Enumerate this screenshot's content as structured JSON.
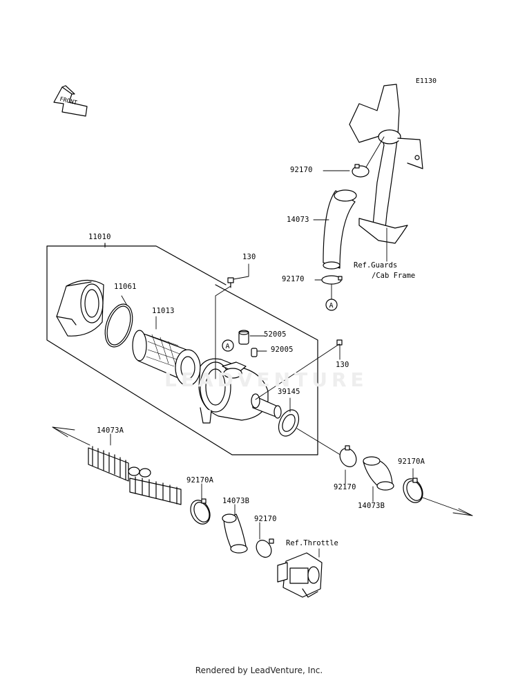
{
  "diagram": {
    "code": "E1130",
    "front_label": "FRONT",
    "watermark": "LEADVENTURE",
    "callout": "A",
    "parts": [
      {
        "id": "p11010",
        "number": "11010"
      },
      {
        "id": "p11061",
        "number": "11061"
      },
      {
        "id": "p11013",
        "number": "11013"
      },
      {
        "id": "p130a",
        "number": "130"
      },
      {
        "id": "p130b",
        "number": "130"
      },
      {
        "id": "p52005",
        "number": "52005"
      },
      {
        "id": "p92005",
        "number": "92005"
      },
      {
        "id": "p39145",
        "number": "39145"
      },
      {
        "id": "p92170a",
        "number": "92170"
      },
      {
        "id": "p92170b",
        "number": "92170"
      },
      {
        "id": "p92170c",
        "number": "92170"
      },
      {
        "id": "p92170d",
        "number": "92170"
      },
      {
        "id": "p14073",
        "number": "14073"
      },
      {
        "id": "p14073A",
        "number": "14073A"
      },
      {
        "id": "p92170Aa",
        "number": "92170A"
      },
      {
        "id": "p92170Ab",
        "number": "92170A"
      },
      {
        "id": "p14073Ba",
        "number": "14073B"
      },
      {
        "id": "p14073Bb",
        "number": "14073B"
      }
    ],
    "references": {
      "guards_line1": "Ref.Guards",
      "guards_line2": "/Cab Frame",
      "throttle": "Ref.Throttle"
    },
    "footer": "Rendered by LeadVenture, Inc."
  }
}
